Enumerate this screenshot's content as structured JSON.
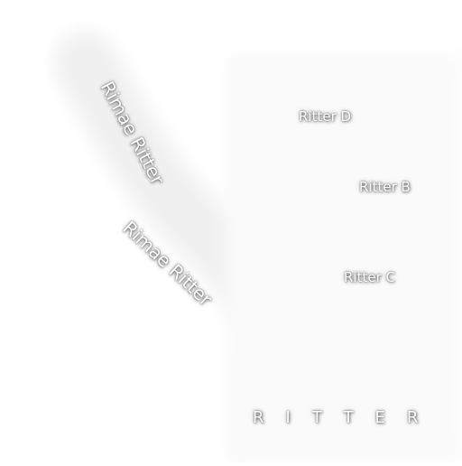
{
  "map": {
    "features": {
      "rille_north": "Rimae Ritter",
      "rille_south": "Rimae Ritter",
      "crater_d": "Ritter D",
      "crater_b": "Ritter B",
      "crater_c": "Ritter C",
      "region": "RITTER"
    },
    "colors": {
      "background": "#ffffff",
      "rille_shade": "#f2f2f2",
      "label_text": "#ffffff",
      "label_shadow": "#000000"
    }
  }
}
